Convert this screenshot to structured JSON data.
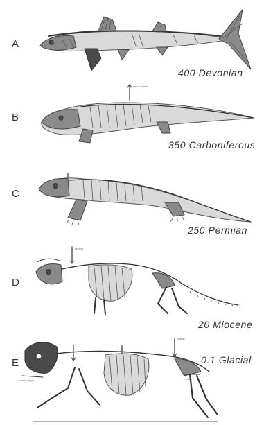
{
  "panels": [
    {
      "letter": "A",
      "caption": "400 Devonian"
    },
    {
      "letter": "B",
      "caption": "350 Carboniferous"
    },
    {
      "letter": "C",
      "caption": "250 Permian"
    },
    {
      "letter": "D",
      "caption": "20 Miocene"
    },
    {
      "letter": "E",
      "caption": "0.1 Glacial"
    }
  ]
}
